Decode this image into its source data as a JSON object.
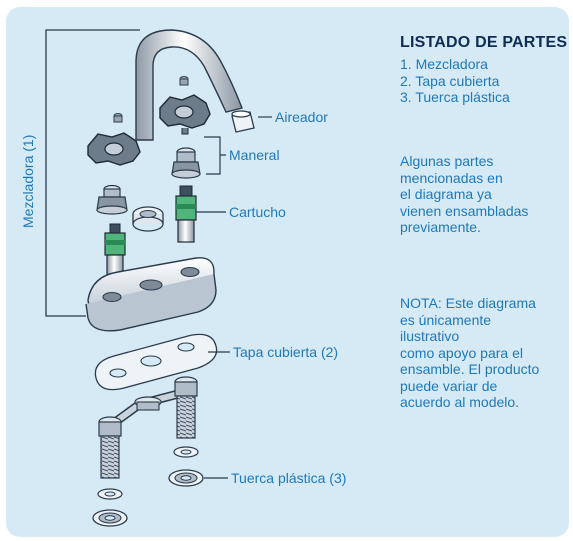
{
  "labels": {
    "mezcladora_vertical": "Mezcladora (1)",
    "aireador": "Aireador",
    "maneral": "Maneral",
    "cartucho": "Cartucho",
    "tapa_cubierta": "Tapa cubierta (2)",
    "tuerca_plastica": "Tuerca plástica (3)"
  },
  "parts_list": {
    "title": "LISTADO DE PARTES",
    "items": [
      "1. Mezcladora",
      "2. Tapa cubierta",
      "3. Tuerca plástica"
    ]
  },
  "note_preassembled": [
    "Algunas partes",
    "mencionadas en",
    "el diagrama ya",
    "vienen ensambladas",
    "previamente."
  ],
  "note_illustrative": [
    "NOTA: Este diagrama",
    "es únicamente",
    "ilustrativo",
    "como apoyo para el",
    "ensamble. El producto",
    "puede variar de",
    "acuerdo al modelo."
  ],
  "colors": {
    "panel_bg": "#d6eaf6",
    "label_blue": "#1f78b8",
    "title_navy": "#0f2d52",
    "line": "#2b3b4c"
  }
}
